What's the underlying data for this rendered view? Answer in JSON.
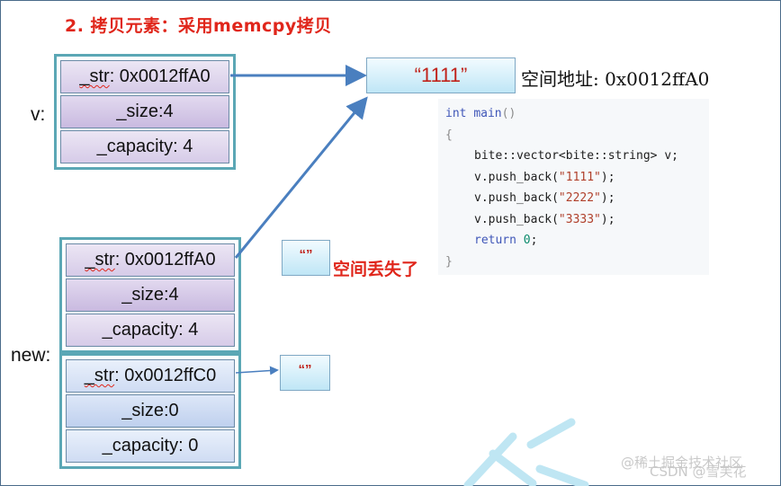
{
  "title": "2. 拷贝元素：采用memcpy拷贝",
  "v_label": "v:",
  "new_label": "new:",
  "v_obj": {
    "str_key": "_str",
    "str_val": ": 0x0012ffA0",
    "size": "_size:4",
    "capacity": "_capacity: 4"
  },
  "new_obj_top": {
    "str_key": "_str",
    "str_val": ": 0x0012ffA0",
    "size": "_size:4",
    "capacity": "_capacity: 4"
  },
  "new_obj_bottom": {
    "str_key": "_str",
    "str_val": ": 0x0012ffC0",
    "size": "_size:0",
    "capacity": "_capacity: 0"
  },
  "string_box": "“1111”",
  "address_text": "空间地址: 0x0012ffA0",
  "empty_box_1": "“”",
  "empty_box_2": "“”",
  "lost_text": "空间丢失了",
  "code": {
    "l1_kw": "int",
    "l1_fn": "main",
    "l1_punc": "()",
    "l2": "{",
    "l3": "bite::vector<bite::string> v;",
    "l4_pre": "v.push_back(",
    "l4_str": "\"1111\"",
    "l4_post": ");",
    "l5_pre": "v.push_back(",
    "l5_str": "\"2222\"",
    "l5_post": ");",
    "l6_pre": "v.push_back(",
    "l6_str": "\"3333\"",
    "l6_post": ");",
    "l7_kw": "return",
    "l7_num": "0",
    "l7_post": ";",
    "l8": "}"
  },
  "watermark_1": "@稀土掘金技术社区",
  "watermark_2": "CSDN @雪芙花",
  "colors": {
    "accent_red": "#e0261b",
    "arrow_blue": "#4a7fbf",
    "teal_border": "#5ba7b5"
  }
}
